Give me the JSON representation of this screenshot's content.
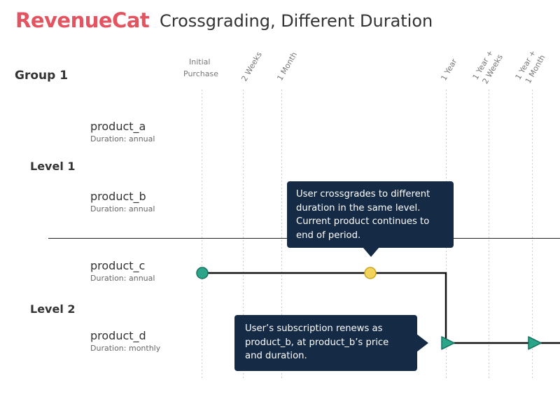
{
  "brand": {
    "logo_text": "RevenueCat",
    "color": "#e45460"
  },
  "title": "Crossgrading, Different Duration",
  "group": {
    "label": "Group 1"
  },
  "levels": [
    {
      "label": "Level 1"
    },
    {
      "label": "Level 2"
    }
  ],
  "products": [
    {
      "name": "product_a",
      "duration": "Duration: annual"
    },
    {
      "name": "product_b",
      "duration": "Duration: annual"
    },
    {
      "name": "product_c",
      "duration": "Duration: annual"
    },
    {
      "name": "product_d",
      "duration": "Duration: monthly"
    }
  ],
  "timeline": {
    "ticks": [
      {
        "lines": [
          "Initial",
          "Purchase"
        ],
        "rotated": false
      },
      {
        "lines": [
          "2 Weeks"
        ],
        "rotated": true
      },
      {
        "lines": [
          "1 Month"
        ],
        "rotated": true
      },
      {
        "lines": [
          "1 Year"
        ],
        "rotated": true
      },
      {
        "lines": [
          "1 Year +",
          "2 Weeks"
        ],
        "rotated": true
      },
      {
        "lines": [
          "1 Year +",
          "1 Month"
        ],
        "rotated": true
      }
    ]
  },
  "events": [
    {
      "type": "purchase",
      "product": "product_c",
      "tick": "Initial Purchase",
      "color": "#2aa58a"
    },
    {
      "type": "crossgrade",
      "product": "product_c",
      "color": "#f2d35b"
    },
    {
      "type": "renewal",
      "product": "product_d",
      "tick": "1 Year",
      "color": "#2aa58a"
    },
    {
      "type": "renewal",
      "product": "product_d",
      "tick": "1 Year + 1 Month",
      "color": "#2aa58a"
    }
  ],
  "callouts": [
    {
      "text": "User crossgrades to different duration in the same level. Current product continues to end of period."
    },
    {
      "text": "User’s subscription renews as product_b, at product_b’s price and duration."
    }
  ],
  "colors": {
    "callout_bg": "#152a45",
    "line": "#111111",
    "grid": "#cccccc"
  }
}
